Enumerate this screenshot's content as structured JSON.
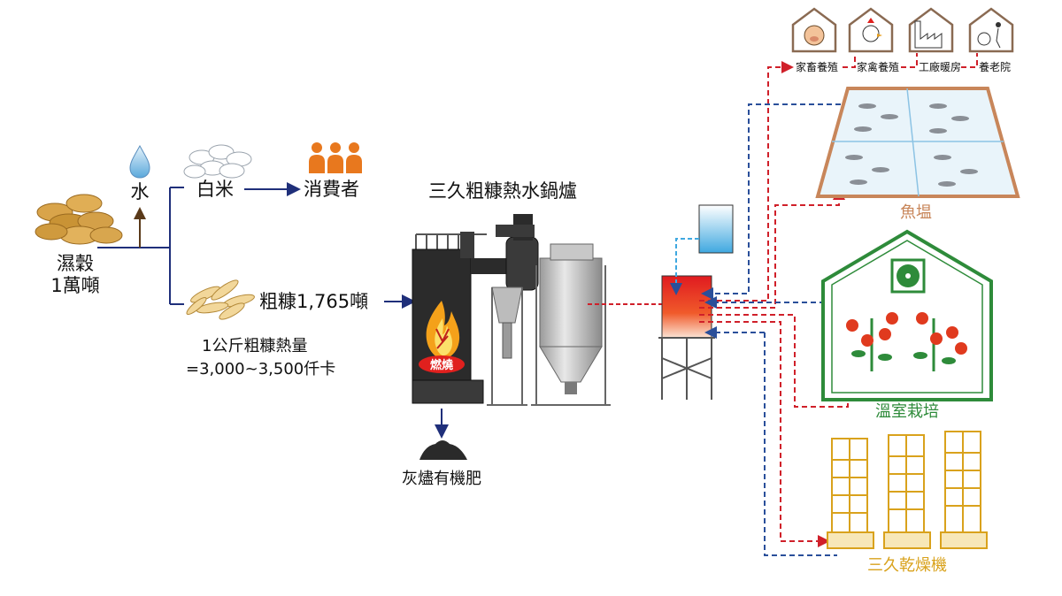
{
  "title": "三久粗糠熱水鍋爐",
  "input": {
    "name": "濕穀",
    "amount": "1萬噸"
  },
  "water_label": "水",
  "rice_label": "白米",
  "consumer_label": "消費者",
  "husk_label": "粗糠1,765噸",
  "heat_value": {
    "line1": "1公斤粗糠熱量",
    "line2": "=3,000~3,500仟卡"
  },
  "burn_label": "燃燒",
  "ash_label": "灰燼有機肥",
  "consumers": [
    "家畜養殖",
    "家禽養殖",
    "工廠暖房",
    "養老院"
  ],
  "fish_pond_label": "魚塭",
  "greenhouse_label": "溫室栽培",
  "dryer_label": "三久乾燥機",
  "colors": {
    "hot_line": "#d0202a",
    "return_line": "#2a4f9a",
    "green": "#2e8b3a",
    "gold": "#d9a21c",
    "pond_border": "#c8865a",
    "house_brown": "#8a6a52",
    "arrow_navy": "#1f2f7a"
  }
}
